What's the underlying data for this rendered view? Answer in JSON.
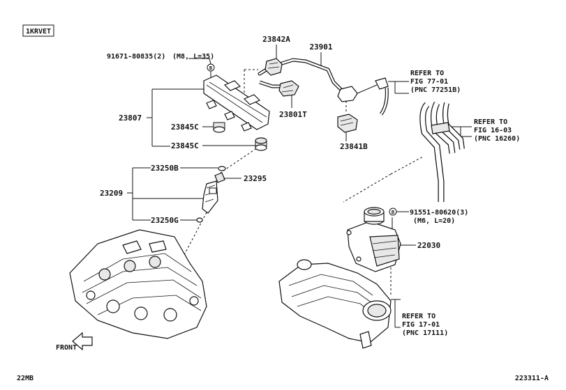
{
  "engine_code": "1KRVET",
  "footer_left": "22MB",
  "footer_right": "223311-A",
  "front_label": "FRONT",
  "parts": {
    "p23842A": "23842A",
    "p23901": "23901",
    "p91671": "91671-80835(2)",
    "p91671_spec": "(M8, L=35)",
    "p23807": "23807",
    "p23845C_1": "23845C",
    "p23845C_2": "23845C",
    "p23801T": "23801T",
    "p23841B": "23841B",
    "p23250B": "23250B",
    "p23295": "23295",
    "p23209": "23209",
    "p23250G": "23250G",
    "p91551": "91551-80620(3)",
    "p91551_spec": "(M6, L=20)",
    "p22030": "22030"
  },
  "refs": {
    "r1_a": "REFER TO",
    "r1_b": "FIG 77-01",
    "r1_c": "(PNC 77251B)",
    "r2_a": "REFER TO",
    "r2_b": "FIG 16-03",
    "r2_c": "(PNC 16260)",
    "r3_a": "REFER TO",
    "r3_b": "FIG 17-01",
    "r3_c": "(PNC 17111)"
  },
  "bolt_marker": "B"
}
